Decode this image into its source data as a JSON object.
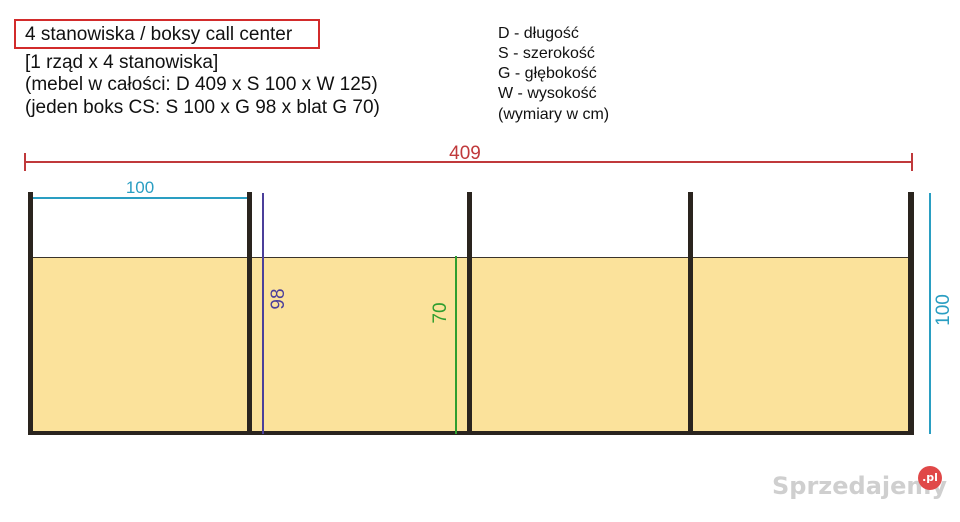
{
  "header": {
    "title": "4 stanowiska / boksy call center",
    "lines": [
      "[1 rząd x 4 stanowiska]",
      "(mebel w całości: D 409 x S 100 x W 125)",
      "(jeden boks CS: S 100 x G 98 x blat G 70)"
    ]
  },
  "legend": [
    "D - długość",
    "S - szerokość",
    "G - głębokość",
    "W - wysokość",
    "(wymiary w cm)"
  ],
  "dimensions": {
    "total_length": "409",
    "box_width": "100",
    "depth": "98",
    "desk_depth": "70",
    "height": "100"
  },
  "colors": {
    "title_border": "#d22b2b",
    "total_length_line": "#c0393b",
    "box_width_line": "#2a9ec2",
    "depth_line": "#4b3f9a",
    "desk_depth_line": "#2f9e2f",
    "height_line": "#2a9ec2",
    "desk_fill": "#fbe29b",
    "panel": "#2a241e"
  },
  "watermark": {
    "text": "Sprzedajemy",
    "badge": ".pl"
  }
}
